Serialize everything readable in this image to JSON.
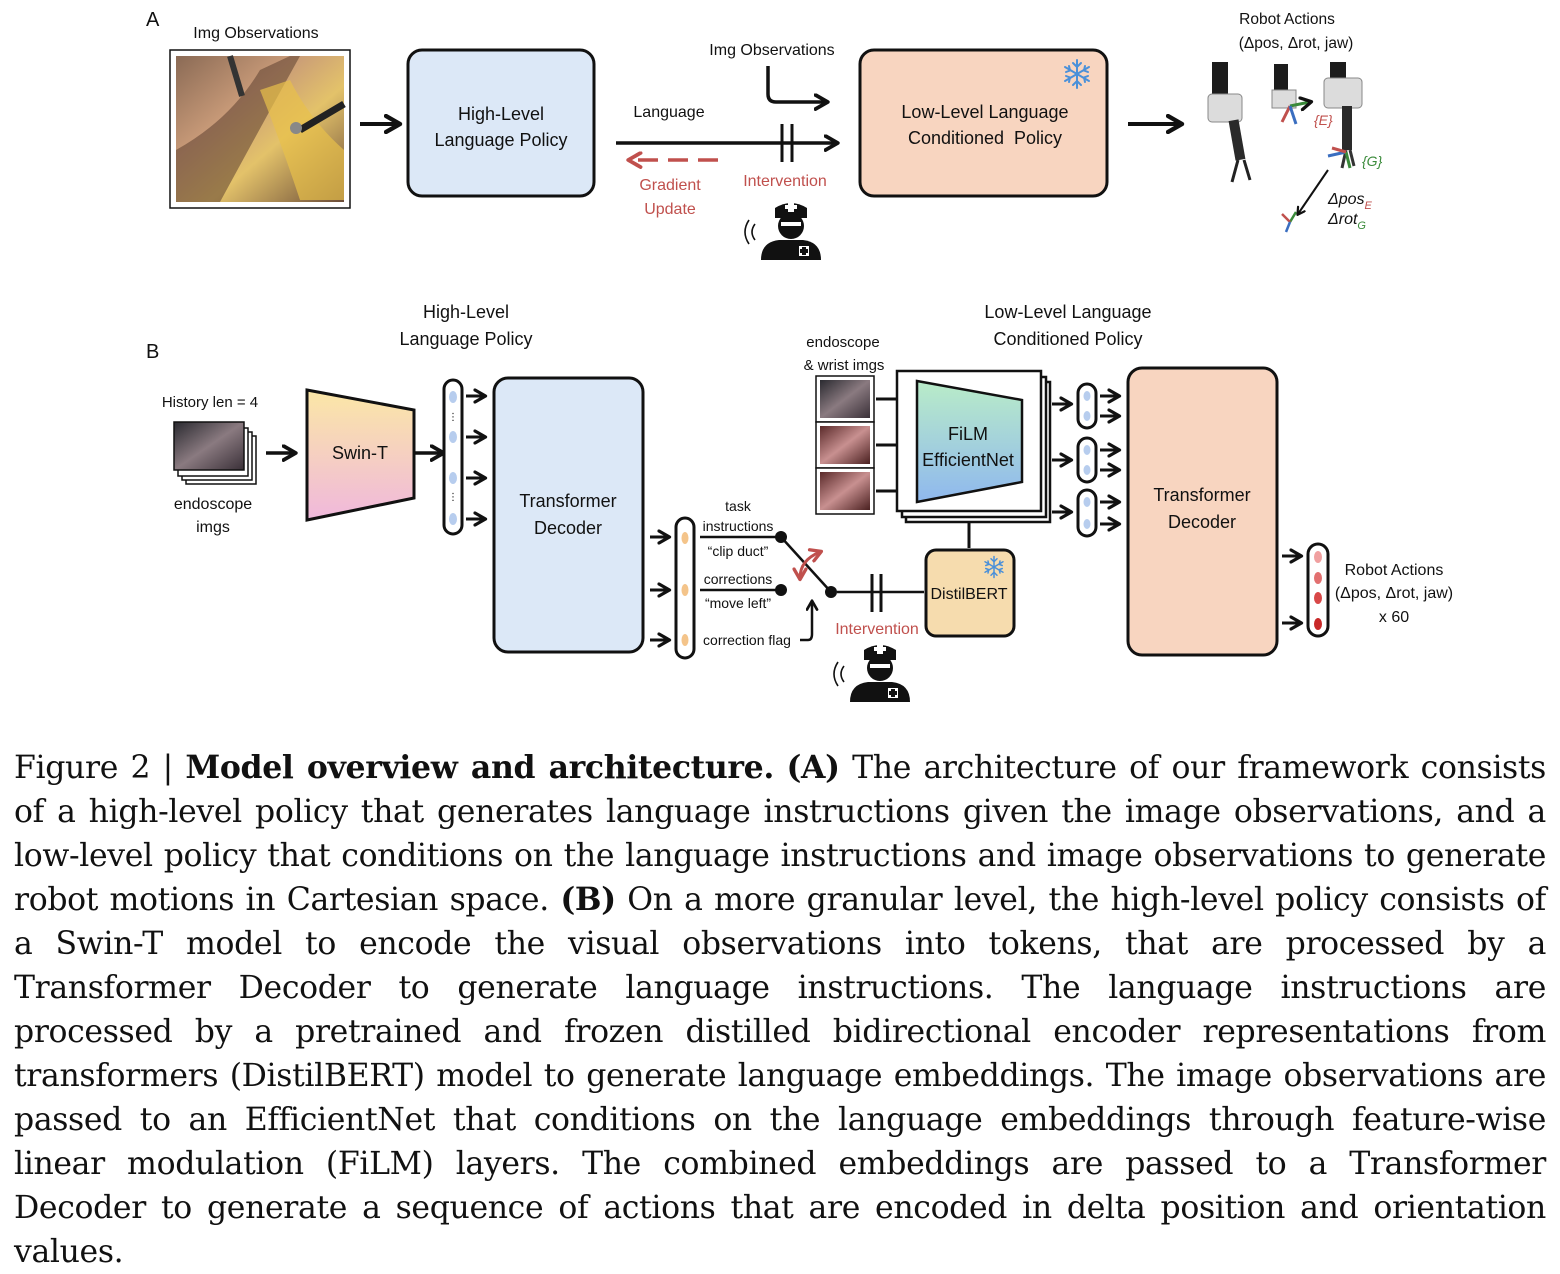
{
  "panel_a": {
    "label": "A",
    "img_obs_label": "Img Observations",
    "high_level_policy": [
      "High-Level",
      "Language Policy"
    ],
    "language_label": "Language",
    "img_obs_label_2": "Img Observations",
    "gradient_update": [
      "Gradient",
      "Update"
    ],
    "intervention": "Intervention",
    "low_level_policy": [
      "Low-Level Language",
      "Conditioned  Policy"
    ],
    "robot_actions_title": [
      "Robot Actions",
      "(Δpos, Δrot, jaw)"
    ],
    "frame_e": "{E}",
    "frame_g": "{G}",
    "delta_pos": "Δpos",
    "delta_pos_sub": "E",
    "delta_rot": "Δrot",
    "delta_rot_sub": "G"
  },
  "panel_b": {
    "label": "B",
    "high_level_title": [
      "High-Level",
      "Language Policy"
    ],
    "low_level_title": [
      "Low-Level Language",
      "Conditioned Policy"
    ],
    "history_len": "History len = 4",
    "endoscope_imgs": [
      "endoscope",
      "imgs"
    ],
    "swin": "Swin-T",
    "transformer_decoder_1": [
      "Transformer",
      "Decoder"
    ],
    "task_instructions": [
      "task",
      "instructions"
    ],
    "clip_duct": "“clip duct”",
    "corrections": "corrections",
    "move_left": "“move left”",
    "correction_flag": "correction flag",
    "intervention": "Intervention",
    "endoscope_wrist": [
      "endoscope",
      "& wrist imgs"
    ],
    "film": [
      "FiLM",
      "EfficientNet"
    ],
    "distilbert": "DistilBERT",
    "transformer_decoder_2": [
      "Transformer",
      "Decoder"
    ],
    "robot_actions": [
      "Robot Actions",
      "(Δpos, Δrot, jaw)",
      "x 60"
    ]
  },
  "caption": {
    "figure_num": "Figure 2 | ",
    "title": "Model overview and architecture.",
    "a_label": "(A)",
    "a_text": " The architecture of our framework consists of a high-level policy that generates language instructions given the image observations, and a low-level policy that conditions on the language instructions and image observations to generate robot motions in Cartesian space. ",
    "b_label": "(B)",
    "b_text": " On a more granular level, the high-level policy consists of a Swin-T model to encode the visual observations into tokens, that are processed by a Transformer Decoder to generate language instructions. The language instructions are processed by a pretrained and frozen distilled bidirectional encoder representations from transformers (DistilBERT) model to generate language embeddings. The image observations are passed to an EfficientNet that conditions on the language embeddings through feature-wise linear modulation (FiLM) layers. The combined embeddings are passed to a Transformer Decoder to generate a sequence of actions that are encoded in delta position and orientation values."
  },
  "colors": {
    "blue_box": "#dce8f7",
    "peach_box": "#f8d5c0",
    "distilbert_box": "#f6dcae",
    "gradient_red": "#c0504d",
    "snowflake": "#4a90d9"
  }
}
